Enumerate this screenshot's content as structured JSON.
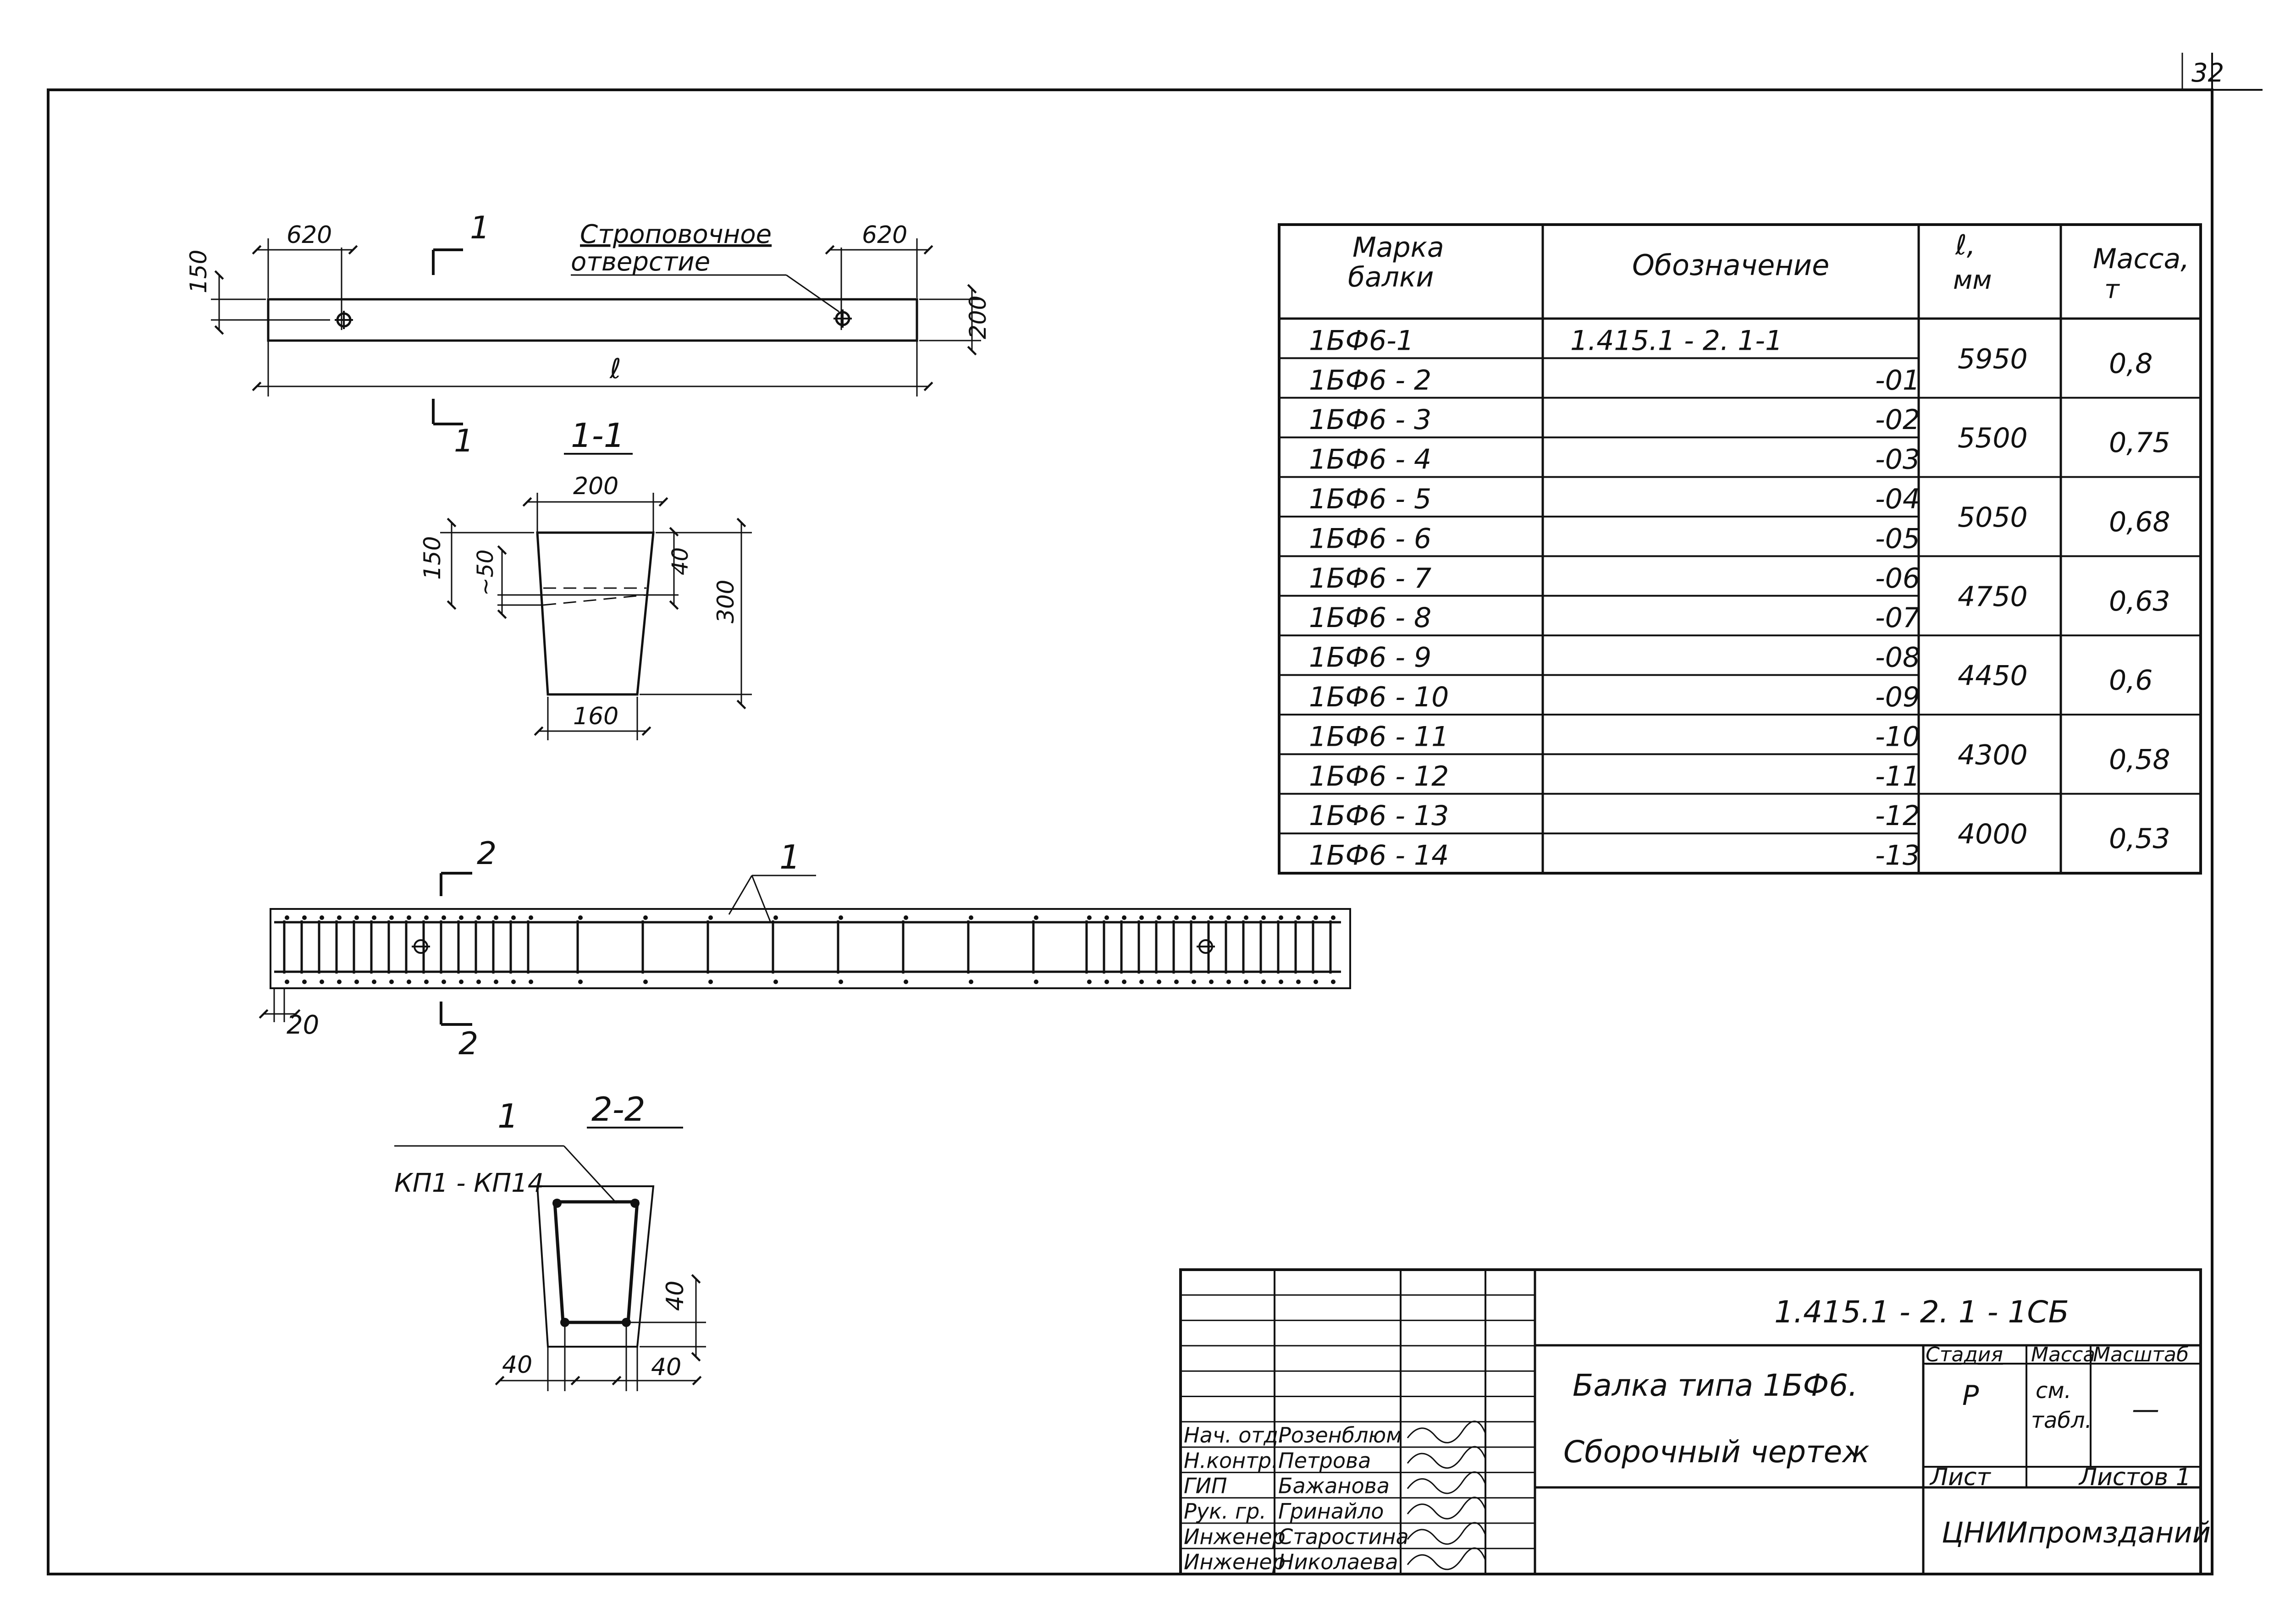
{
  "page_number": "32",
  "title_block": {
    "designation": "1.415.1 - 2. 1 - 1СБ",
    "name_line1": "Балка   типа  1БФ6.",
    "name_line2": "Сборочный  чертеж",
    "stage_header": "Стадия",
    "mass_header": "Масса",
    "scale_header": "Масштаб",
    "stage_value": "Р",
    "mass_value_1": "см.",
    "mass_value_2": "табл.",
    "scale_value": "—",
    "sheet_label": "Лист",
    "sheets_label": "Листов 1",
    "organization": "ЦНИИпромзданий",
    "signatures": [
      {
        "role": "Нач. отд.",
        "name": "Розенблюм"
      },
      {
        "role": "Н.контр.",
        "name": "Петрова"
      },
      {
        "role": "ГИП",
        "name": "Бажанова"
      },
      {
        "role": "Рук. гр.",
        "name": "Гринайло"
      },
      {
        "role": "Инженер",
        "name": "Старостина"
      },
      {
        "role": "Инженер",
        "name": "Николаева"
      }
    ]
  },
  "table": {
    "headers": {
      "mark_1": "Марка",
      "mark_2": "балки",
      "designation": "Обозначение",
      "length_1": "ℓ,",
      "length_2": "мм",
      "mass_1": "Масса,",
      "mass_2": "т"
    },
    "rows": [
      {
        "mark": "1БФ6-1",
        "designation": "1.415.1 - 2. 1-1"
      },
      {
        "mark": "1БФ6 - 2",
        "designation": "-01"
      },
      {
        "mark": "1БФ6 - 3",
        "designation": "-02"
      },
      {
        "mark": "1БФ6 - 4",
        "designation": "-03"
      },
      {
        "mark": "1БФ6 - 5",
        "designation": "-04"
      },
      {
        "mark": "1БФ6 - 6",
        "designation": "-05"
      },
      {
        "mark": "1БФ6 - 7",
        "designation": "-06"
      },
      {
        "mark": "1БФ6 - 8",
        "designation": "-07"
      },
      {
        "mark": "1БФ6 - 9",
        "designation": "-08"
      },
      {
        "mark": "1БФ6 - 10",
        "designation": "-09"
      },
      {
        "mark": "1БФ6 - 11",
        "designation": "-10"
      },
      {
        "mark": "1БФ6 - 12",
        "designation": "-11"
      },
      {
        "mark": "1БФ6 - 13",
        "designation": "-12"
      },
      {
        "mark": "1БФ6 - 14",
        "designation": "-13"
      }
    ],
    "groups": [
      {
        "length": "5950",
        "mass": "0,8"
      },
      {
        "length": "5500",
        "mass": "0,75"
      },
      {
        "length": "5050",
        "mass": "0,68"
      },
      {
        "length": "4750",
        "mass": "0,63"
      },
      {
        "length": "4450",
        "mass": "0,6"
      },
      {
        "length": "4300",
        "mass": "0,58"
      },
      {
        "length": "4000",
        "mass": "0,53"
      }
    ]
  },
  "drawings": {
    "elevation": {
      "dim_end_left": "620",
      "dim_end_right": "620",
      "dim_offset": "150",
      "dim_height": "200",
      "dim_length": "ℓ",
      "section_mark": "1",
      "callout_line1": "Строповочное",
      "callout_line2": "отверстие"
    },
    "section_1": {
      "title": "1-1",
      "dim_top": "200",
      "dim_bottom": "160",
      "dim_150": "150",
      "dim_50": "~50",
      "dim_40": "40",
      "dim_300": "300"
    },
    "reinforcement": {
      "section_mark": "2",
      "position_mark": "1",
      "dim_cover": "20"
    },
    "section_2": {
      "title": "2-2",
      "position_mark": "1",
      "cages": "КП1 - КП14",
      "dim_40_right": "40",
      "dim_40_bottom_left": "40",
      "dim_40_bottom_right": "40"
    }
  }
}
